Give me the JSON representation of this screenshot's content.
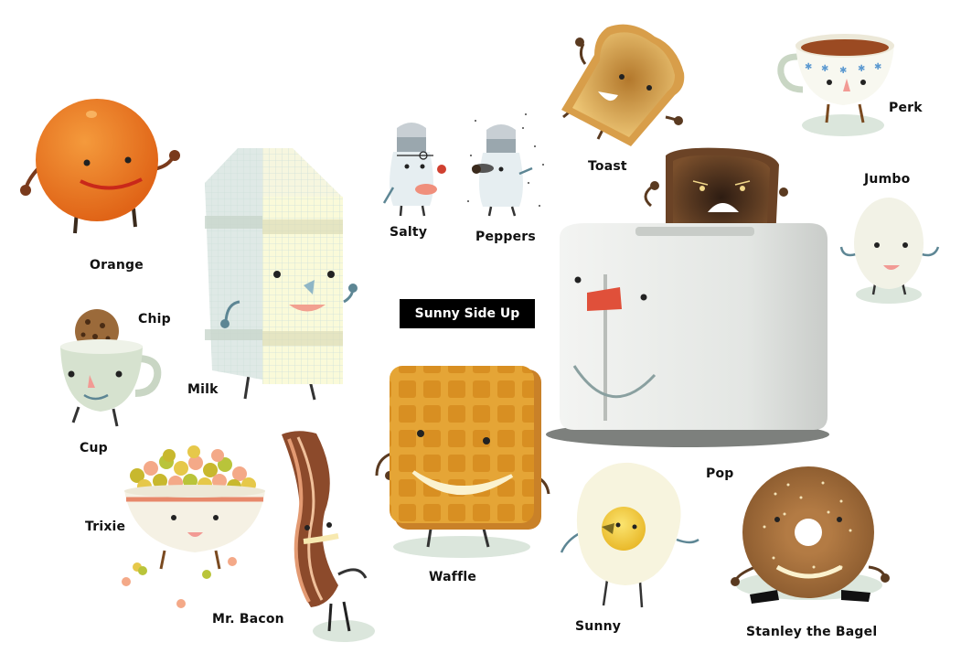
{
  "title": "Sunny Side Up",
  "characters": {
    "orange": "Orange",
    "chip": "Chip",
    "cup": "Cup",
    "milk": "Milk",
    "salty": "Salty",
    "peppers": "Peppers",
    "toast": "Toast",
    "perk": "Perk",
    "jumbo": "Jumbo",
    "pop": "Pop",
    "trixie": "Trixie",
    "mr_bacon": "Mr. Bacon",
    "waffle": "Waffle",
    "sunny": "Sunny",
    "stanley": "Stanley the Bagel"
  },
  "colors": {
    "orange": "#e8761f",
    "waffle": "#e9a93a",
    "toast": "#e2b35e",
    "bacon": "#8c4a2b",
    "egg_yolk": "#f4d33a",
    "bagel": "#a9733f",
    "toaster": "#e7e9e6",
    "lever": "#e0503a",
    "title_bg": "#000000",
    "title_fg": "#ffffff"
  }
}
